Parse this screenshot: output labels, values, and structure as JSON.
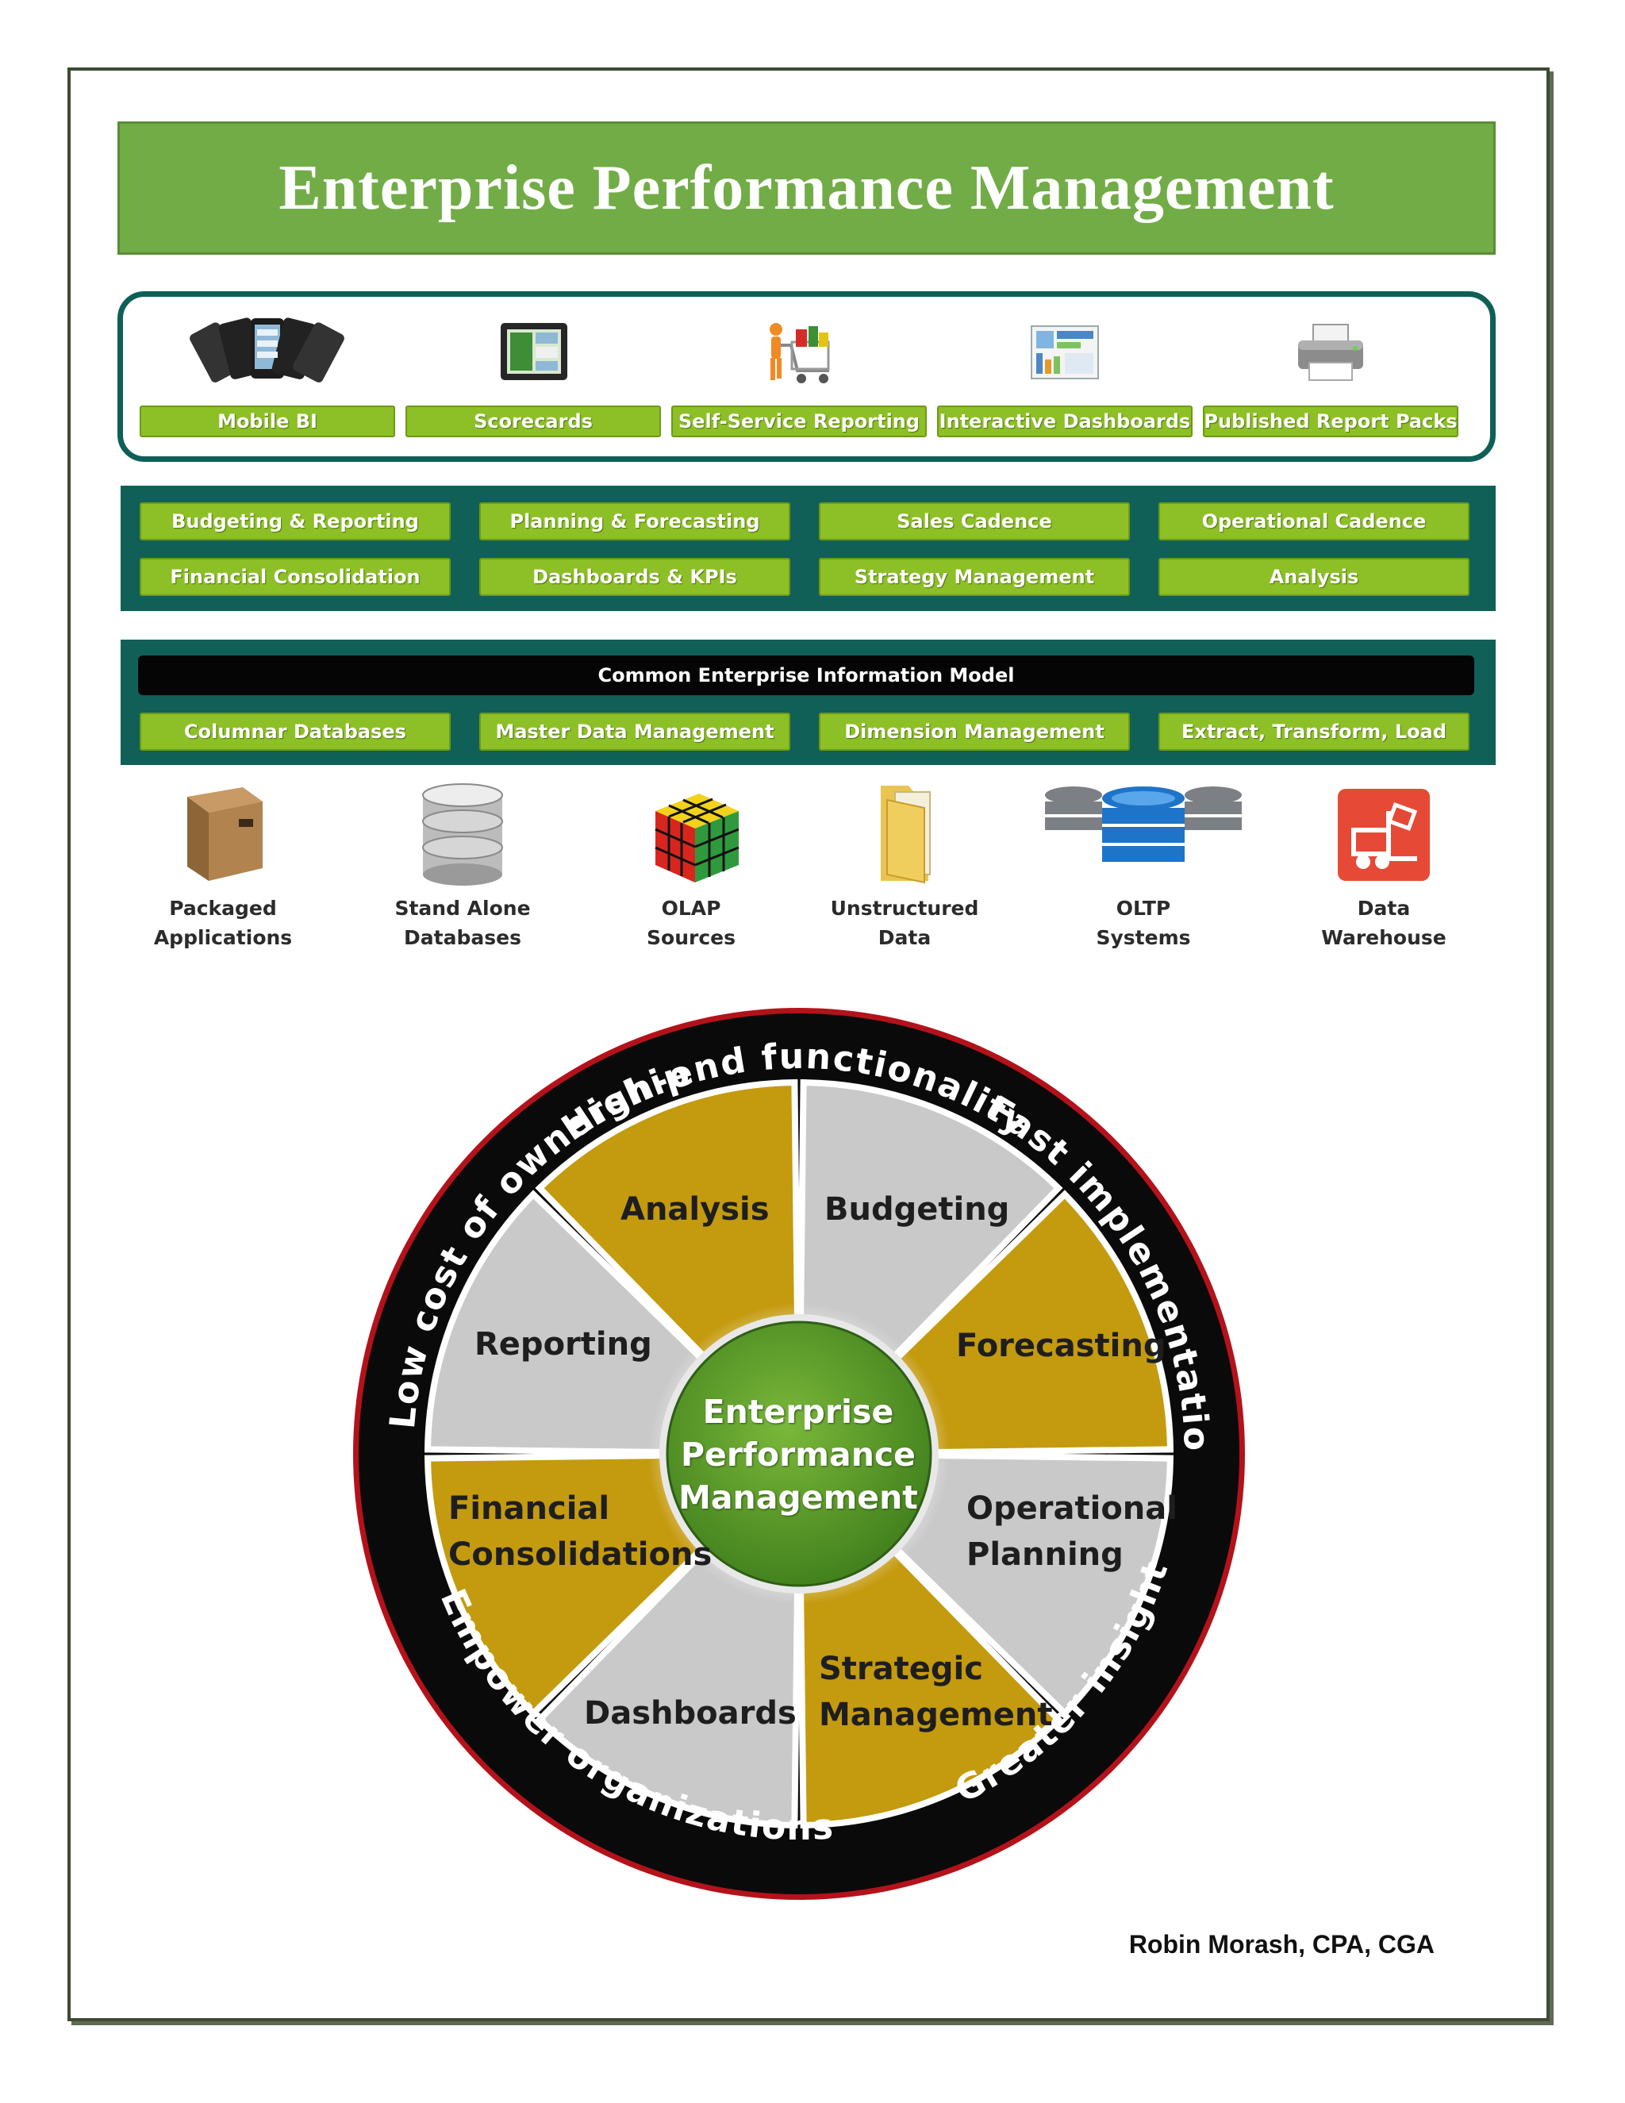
{
  "title": "Enterprise Performance Management",
  "channels": [
    {
      "label": "Mobile BI",
      "icon": "mobile-phones-icon"
    },
    {
      "label": "Scorecards",
      "icon": "tablet-icon"
    },
    {
      "label": "Self-Service Reporting",
      "icon": "shopping-cart-icon"
    },
    {
      "label": "Interactive Dashboards",
      "icon": "dashboard-screen-icon"
    },
    {
      "label": "Published Report Packs",
      "icon": "printer-icon"
    }
  ],
  "functions": [
    [
      "Budgeting & Reporting",
      "Planning & Forecasting",
      "Sales Cadence",
      "Operational Cadence"
    ],
    [
      "Financial Consolidation",
      "Dashboards & KPIs",
      "Strategy Management",
      "Analysis"
    ]
  ],
  "info_model": {
    "header": "Common Enterprise Information Model",
    "items": [
      "Columnar Databases",
      "Master Data Management",
      "Dimension Management",
      "Extract, Transform, Load"
    ]
  },
  "sources": [
    {
      "line1": "Packaged",
      "line2": "Applications",
      "icon": "cardboard-box-icon"
    },
    {
      "line1": "Stand Alone",
      "line2": "Databases",
      "icon": "database-cylinder-icon"
    },
    {
      "line1": "OLAP",
      "line2": "Sources",
      "icon": "rubiks-cube-icon"
    },
    {
      "line1": "Unstructured",
      "line2": "Data",
      "icon": "folder-icon"
    },
    {
      "line1": "OLTP",
      "line2": "Systems",
      "icon": "database-cluster-icon"
    },
    {
      "line1": "Data",
      "line2": "Warehouse",
      "icon": "forklift-icon"
    }
  ],
  "wheel": {
    "hub": [
      "Enterprise",
      "Performance",
      "Management"
    ],
    "segments": [
      {
        "label": "Analysis",
        "color": "#c9c9c9"
      },
      {
        "label": "Budgeting",
        "color": "#c49a0e"
      },
      {
        "label": "Forecasting",
        "color": "#c9c9c9"
      },
      {
        "label": "Operational Planning",
        "color": "#c49a0e"
      },
      {
        "label": "Strategic Management",
        "color": "#c9c9c9"
      },
      {
        "label": "Dashboards",
        "color": "#c49a0e"
      },
      {
        "label": "Financial Consolidations",
        "color": "#c9c9c9"
      },
      {
        "label": "Reporting",
        "color": "#c49a0e"
      }
    ],
    "segment_lines": [
      [
        "Analysis"
      ],
      [
        "Budgeting"
      ],
      [
        "Forecasting"
      ],
      [
        "Operational",
        "Planning"
      ],
      [
        "Strategic",
        "Management"
      ],
      [
        "Dashboards"
      ],
      [
        "Financial",
        "Consolidations"
      ],
      [
        "Reporting"
      ]
    ],
    "ring_texts": [
      "High-end functionality",
      "Fast implementations",
      "Greater insight",
      "Empower organizations",
      "Low cost of ownership"
    ]
  },
  "author": "Robin Morash, CPA, CGA",
  "colors": {
    "banner_green": "#72ac47",
    "pill_green": "#8dc026",
    "teal": "#106057",
    "gold": "#c49a0e",
    "grey": "#c9c9c9",
    "ring_black": "#0a0a0a",
    "ring_red": "#b4121b",
    "hub_green": "#5a9a26"
  }
}
